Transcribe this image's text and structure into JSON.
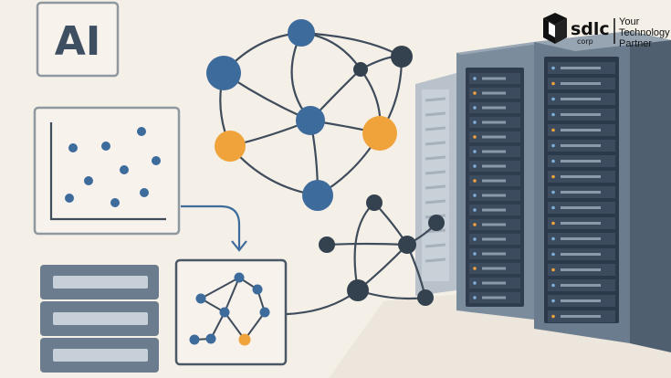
{
  "ai_badge": {
    "label": "AI"
  },
  "logo": {
    "word": "sdlc",
    "sub": "corp",
    "tagline_1": "Your",
    "tagline_2": "Technology",
    "tagline_3": "Partner",
    "icon": "cube-logo-icon"
  },
  "colors": {
    "background": "#f4efe7",
    "node_blue": "#3d6b9c",
    "node_dark": "#34414f",
    "node_orange": "#f0a33b",
    "edge": "#3f4c5c",
    "server_body": "#6e7f91",
    "server_dark": "#344255",
    "panel_border": "#4a5766"
  },
  "icons": [
    "ai-text-icon",
    "scatter-plot-icon",
    "database-server-icon",
    "graph-network-icon",
    "arrow-down-icon",
    "server-rack-icon"
  ]
}
